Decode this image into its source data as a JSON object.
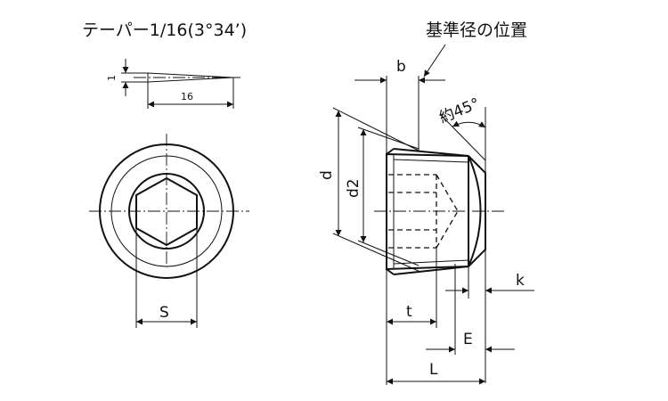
{
  "labels": {
    "taper": "テーパー1/16(3°34’)",
    "reference_position": "基準径の位置",
    "approx_angle": "約45°",
    "b": "b",
    "d": "d",
    "d2": "d2",
    "S": "S",
    "t": "t",
    "k": "k",
    "E": "E",
    "L": "L",
    "taper_rise": "1",
    "taper_run": "16"
  },
  "colors": {
    "ink": "#111111",
    "background": "#ffffff"
  }
}
